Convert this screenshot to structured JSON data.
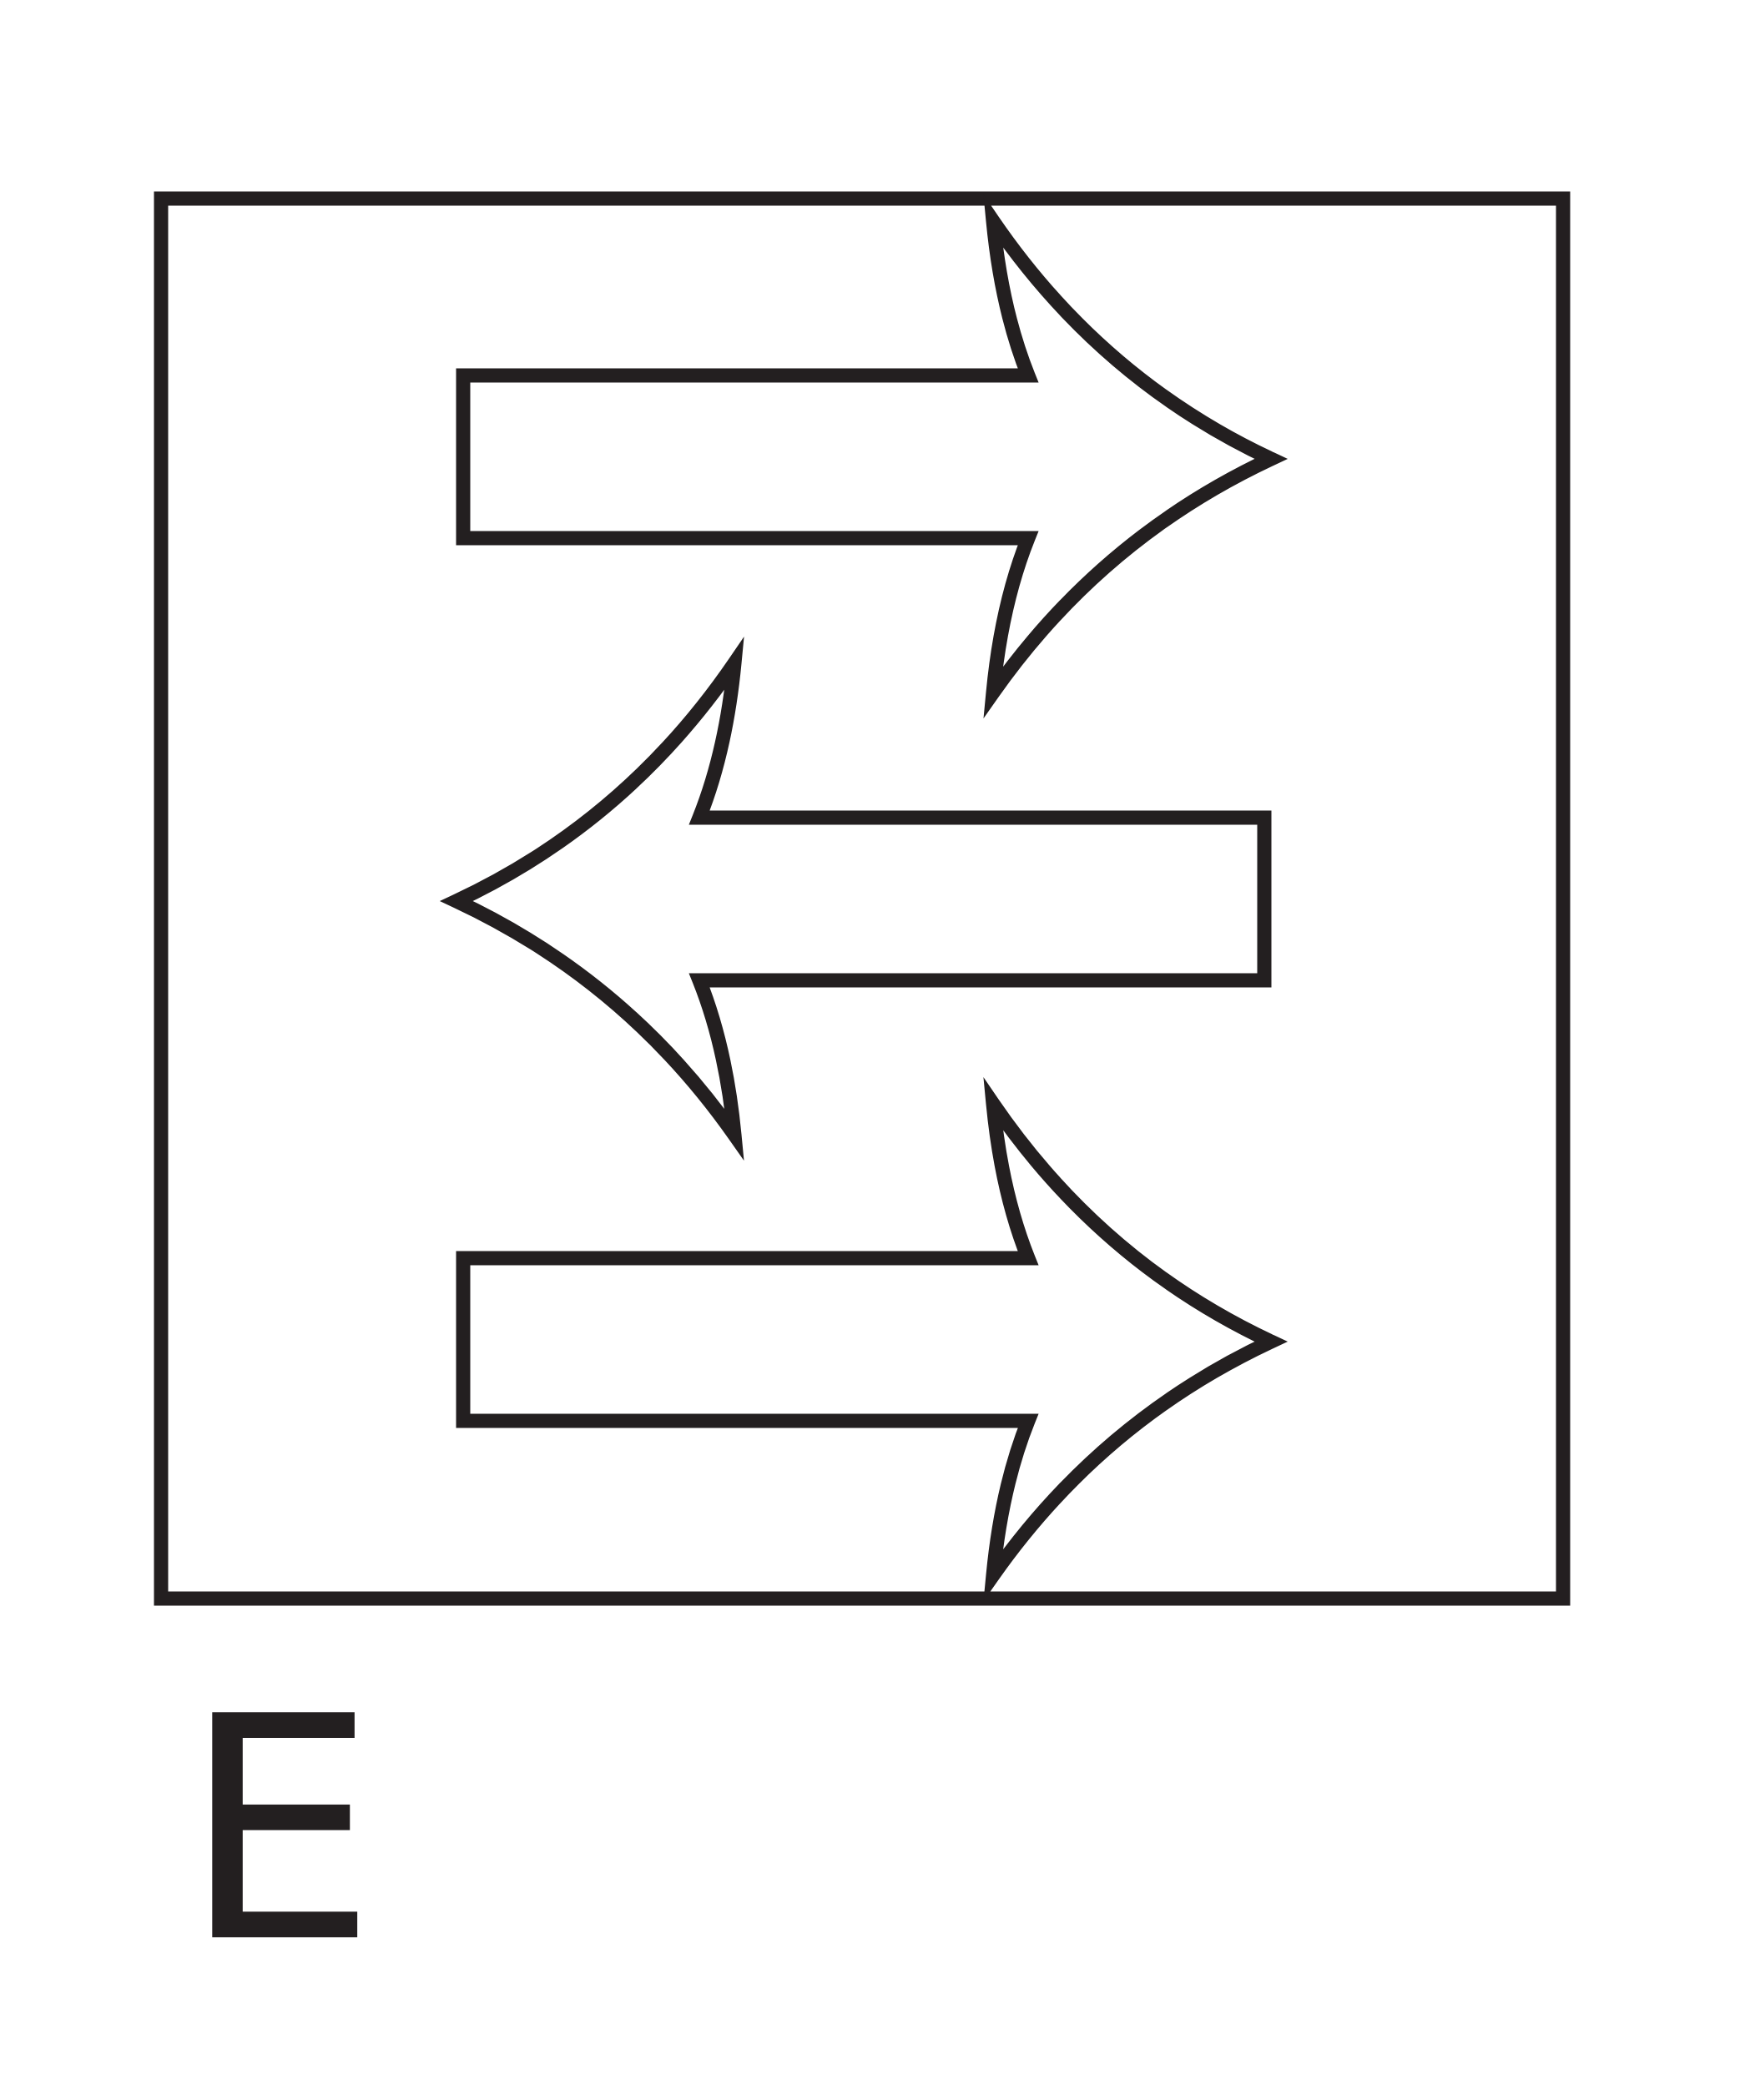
{
  "panel": {
    "label": "E"
  },
  "arrows": [
    {
      "direction": "right"
    },
    {
      "direction": "left"
    },
    {
      "direction": "right"
    }
  ],
  "colors": {
    "stroke": "#231f20",
    "fill": "#ffffff",
    "background": "#ffffff"
  }
}
